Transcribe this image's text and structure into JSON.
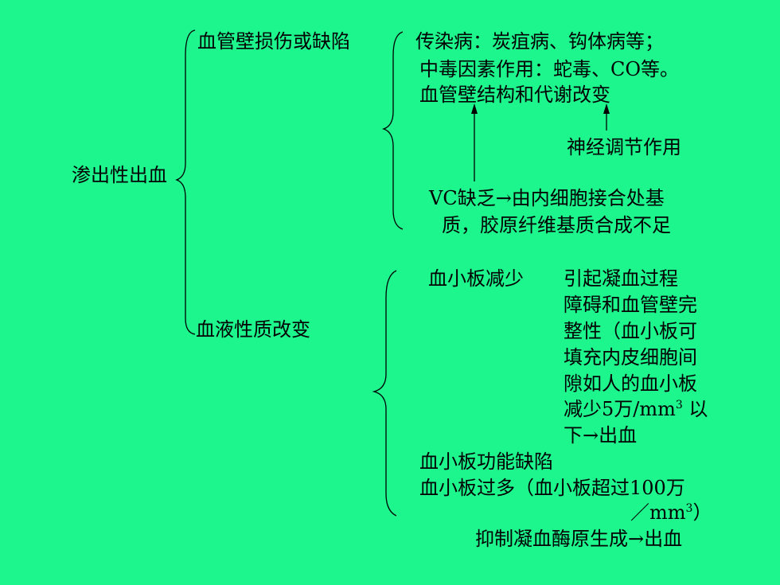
{
  "root": "渗出性出血",
  "branch1": {
    "label": "血管壁损伤或缺陷",
    "items": [
      "传染病：炭疽病、钩体病等；",
      "中毒因素作用：蛇毒、CO等。",
      "血管壁结构和代谢改变"
    ],
    "nerve_note": "神经调节作用",
    "vc_note": [
      "VC缺乏→由内细胞接合处基",
      "质，胶原纤维基质合成不足"
    ]
  },
  "branch2": {
    "label": "血液性质改变",
    "platelet_low": "血小板减少",
    "platelet_low_desc": [
      "引起凝血过程",
      "障碍和血管壁完",
      "整性（血小板可",
      "填充内皮细胞间",
      "隙如人的血小板"
    ],
    "platelet_low_desc_line6_pre": "减少5万/mm",
    "platelet_low_desc_line6_sup": "3",
    "platelet_low_desc_line6_post": " 以",
    "platelet_low_desc_line7": "下→出血",
    "platelet_func": "血小板功能缺陷",
    "platelet_high": "血小板过多（血小板超过100万",
    "platelet_high_cont_pre": "／mm",
    "platelet_high_cont_sup": "3",
    "platelet_high_cont_post": "）",
    "inhibit": "抑制凝血酶原生成→出血"
  }
}
